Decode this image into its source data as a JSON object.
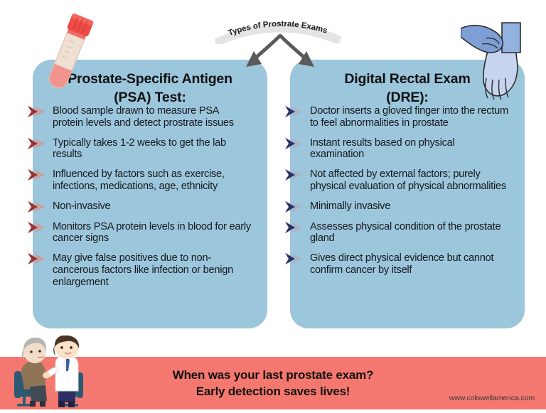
{
  "header": {
    "banner_label": "Types of Prostrate Exams"
  },
  "cards": [
    {
      "id": "psa",
      "title_line1": "Prostate-Specific Antigen",
      "title_line2": "(PSA) Test:",
      "accent_color": "#9b3334",
      "card_color": "#9cc6dc",
      "decoration_icon": "blood-test-tube-icon",
      "bullets": [
        "Blood sample drawn to measure PSA protein levels and detect prostrate issues",
        "Typically takes 1-2 weeks to get the lab results",
        "Influenced by factors such as exercise, infections, medications, age, ethnicity",
        "Non-invasive",
        "Monitors PSA protein levels in blood for early cancer signs",
        "May give false positives due to non-cancerous factors like infection or benign enlargement"
      ]
    },
    {
      "id": "dre",
      "title_line1": "Digital Rectal Exam",
      "title_line2": "(DRE):",
      "accent_color": "#2b3366",
      "card_color": "#9cc6dc",
      "decoration_icon": "gloved-hands-icon",
      "bullets": [
        "Doctor inserts a gloved finger into the rectum to feel abnormalities in prostate",
        "Instant results based on physical examination",
        "Not affected by external factors; purely physical evaluation of physical abnormalities",
        "Minimally invasive",
        "Assesses physical condition of the prostate gland",
        "Gives direct physical evidence but cannot confirm cancer by itself"
      ]
    }
  ],
  "footer": {
    "cta_line1": "When was your last prostate exam?",
    "cta_line2": "Early detection saves lives!",
    "website": "www.colowellamerica.com",
    "banner_color": "#f4786f",
    "illustration_icon": "doctor-patient-consultation-icon"
  }
}
